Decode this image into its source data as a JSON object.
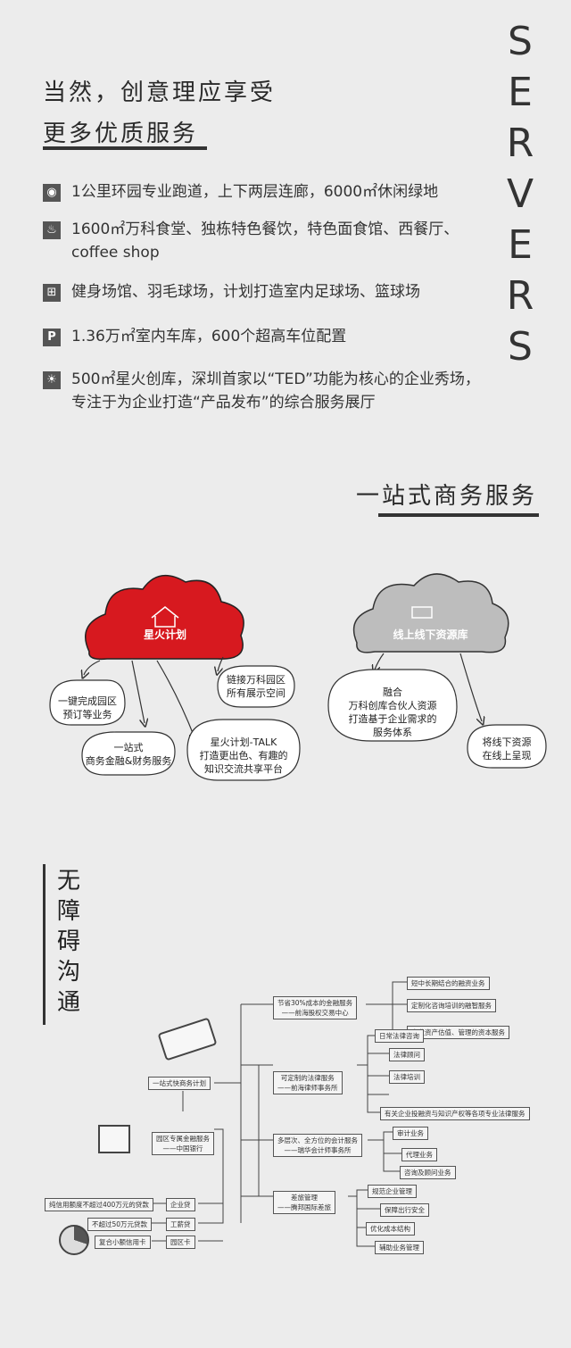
{
  "side_title": [
    "S",
    "E",
    "R",
    "V",
    "E",
    "R",
    "S"
  ],
  "headline": {
    "line1": "当然，创意理应享受",
    "line2": "更多优质服务"
  },
  "features": [
    {
      "icon": "map-pin-icon",
      "glyph": "◉",
      "text": "1公里环园专业跑道，上下两层连廊，6000㎡休闲绿地"
    },
    {
      "icon": "dining-icon",
      "glyph": "♨",
      "text": "1600㎡万科食堂、独栋特色餐饮，特色面食馆、西餐厅、coffee shop"
    },
    {
      "icon": "dumbbell-icon",
      "glyph": "⊞",
      "text": "健身场馆、羽毛球场，计划打造室内足球场、篮球场"
    },
    {
      "icon": "parking-icon",
      "glyph": "P",
      "text": "1.36万㎡室内车库，600个超高车位配置"
    },
    {
      "icon": "lightbulb-icon",
      "glyph": "☀",
      "text": "500㎡星火创库，深圳首家以“TED”功能为核心的企业秀场，专注于为企业打造“产品发布”的综合服务展厅"
    }
  ],
  "section2": {
    "title": "一站式商务服务"
  },
  "clouds": {
    "red": {
      "label": "星火计划",
      "color": "#d7191f"
    },
    "gray": {
      "label": "线上线下资源库",
      "color": "#bdbdbd"
    },
    "b1": "一键完成园区\n预订等业务",
    "b2": "一站式\n商务金融&财务服务",
    "b3": "星火计划-TALK\n打造更出色、有趣的\n知识交流共享平台",
    "b4": "链接万科园区\n所有展示空间",
    "b5": "融合\n万科创库合伙人资源\n打造基于企业需求的\n服务体系",
    "b6": "将线下资源\n在线上呈现"
  },
  "section3": {
    "title": "无障碍沟通"
  },
  "mindmap": {
    "root": "一站式快商务计划",
    "bank": "园区专属金融服务\n——中国银行",
    "loans": [
      {
        "name": "企业贷",
        "desc": "纯信用额度不超过400万元的贷款"
      },
      {
        "name": "工薪贷",
        "desc": "不超过50万元贷款"
      },
      {
        "name": "园区卡",
        "desc": "复合小额信用卡"
      }
    ],
    "branches": [
      {
        "title": "节省30%成本的金融服务\n——前海股权交易中心",
        "items": [
          "短中长期结合的融资业务",
          "定制化咨询培训的融智服务",
          "企业资产估值、管理的资本服务"
        ]
      },
      {
        "title": "可定制的法律服务\n——前海律师事务所",
        "items": [
          "日常法律咨询",
          "法律顾问",
          "法律培训",
          "有关企业投融资与知识产权等各项专业法律服务"
        ]
      },
      {
        "title": "多层次、全方位的会计服务\n——瑞华会计师事务所",
        "items": [
          "审计业务",
          "代理业务",
          "咨询及顾问业务"
        ]
      },
      {
        "title": "差旅管理\n——腾邦国际差旅",
        "items": [
          "规范企业管理",
          "保障出行安全",
          "优化成本结构",
          "辅助业务管理"
        ]
      }
    ]
  }
}
